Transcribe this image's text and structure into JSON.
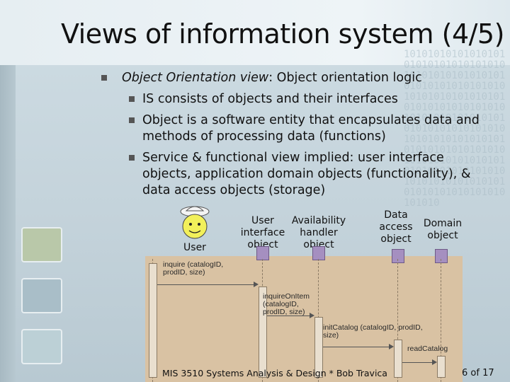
{
  "title": "Views of information system (4/5)",
  "bullets": {
    "main_italic": "Object Orientation view",
    "main_rest": ": Object orientation logic",
    "sub": [
      "IS consists of objects and their interfaces",
      "Object is a software entity that encapsulates data and methods of processing data (functions)",
      "Service & functional view implied: user interface objects, application domain objects (functionality), & data access objects (storage)"
    ]
  },
  "diagram": {
    "user_label": "User",
    "objects": [
      "User interface object",
      "Availability handler object",
      "Data access object",
      "Domain object"
    ],
    "messages": [
      "inquire (catalogID, prodID, size)",
      "inquireOnItem (catalogID, prodID, size)",
      "initCatalog (catalogID, prodID, size)",
      "readCatalog"
    ]
  },
  "footer": "MIS 3510 Systems Analysis & Design * Bob Travica",
  "page_number": "6 of 17",
  "binary_text": "1010101010101010101010101010101010101010101010101010101010101010101010101010101010101010101010101010101010101010101010101010101010101010101010101010101010101010101010101010101010101010101010101010101010101010101010101010101010101010101010101010"
}
